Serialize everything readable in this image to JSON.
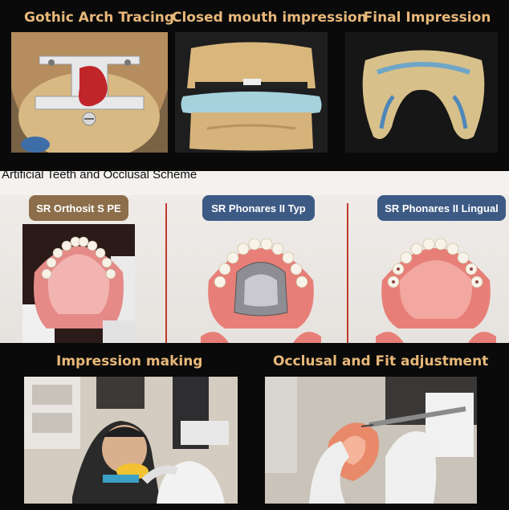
{
  "top_panel": {
    "captions": [
      "Gothic Arch Tracing",
      "Closed mouth impression",
      "Final Impression"
    ]
  },
  "middle_panel": {
    "title": "Artificial Teeth and Occlusal Scheme",
    "labels": [
      "SR Orthosit S PE",
      "SR Phonares II Typ",
      "SR Phonares II Lingual"
    ]
  },
  "bottom_panel": {
    "captions": [
      "Impression making",
      "Occlusal and Fit adjustment"
    ]
  },
  "colors": {
    "caption_gold": "#e8b87a",
    "pill_brown": "#8c6e4a",
    "pill_blue": "#3c5a84",
    "divider_red": "#c0392b"
  }
}
